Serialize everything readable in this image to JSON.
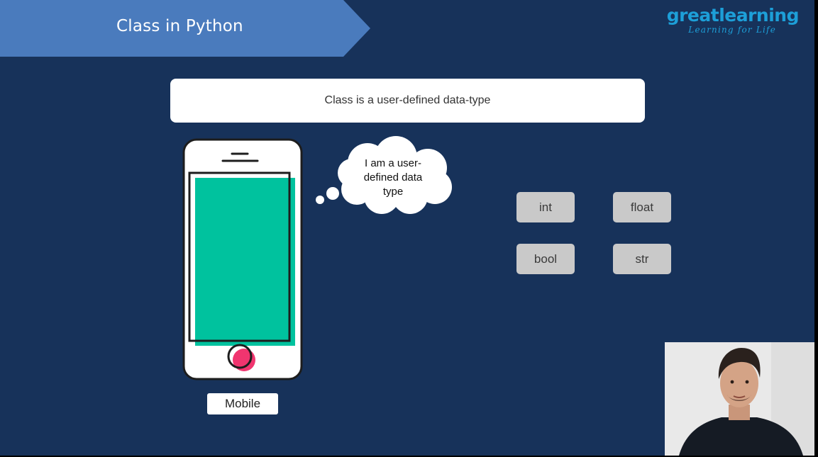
{
  "slide": {
    "title": "Class in Python",
    "logo": {
      "name": "greatlearning",
      "tagline": "Learning for Life"
    },
    "statement": "Class is a user-defined data-type",
    "thought_bubble": {
      "lines": [
        "I am a user-",
        "defined data",
        "type"
      ]
    },
    "data_types": {
      "int": "int",
      "float": "float",
      "bool": "bool",
      "str": "str"
    },
    "phone_label": "Mobile"
  },
  "colors": {
    "background": "#17325a",
    "title_banner": "#4a7bbd",
    "logo": "#1d9fd8",
    "phone_screen": "#00c29e",
    "home_button": "#f0356f",
    "badge": "#c9c9c9"
  }
}
